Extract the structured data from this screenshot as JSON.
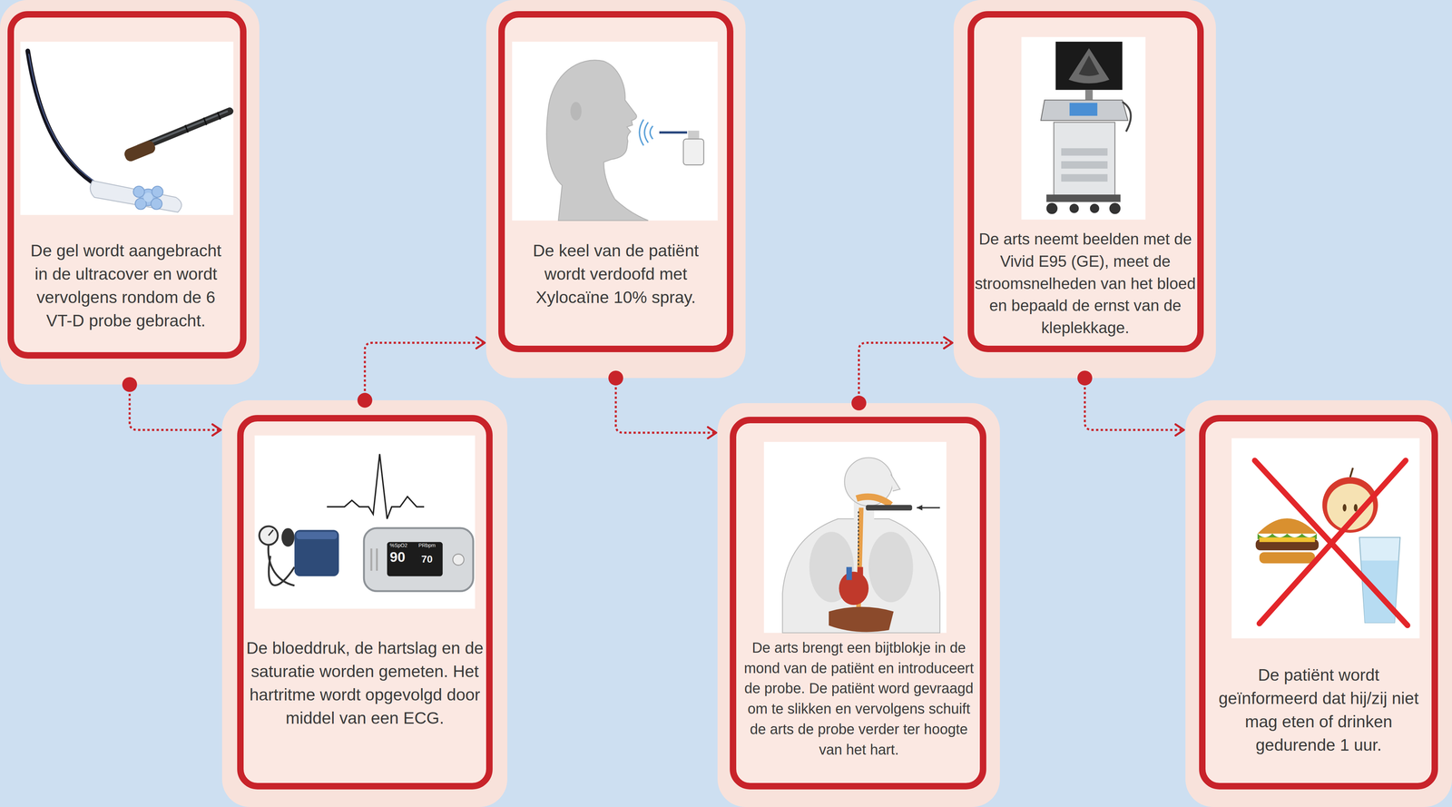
{
  "diagram": {
    "nodes": [
      {
        "text": [
          "De gel wordt aangebracht in de ultracover en wordt vervolgens rondom de 6 VT-D probe gebracht."
        ]
      },
      {
        "text": [
          "De bloeddruk, de hartslag en de saturatie worden gemeten. Het hartritme wordt opgevolgd door middel van een ECG."
        ]
      },
      {
        "text": [
          "De keel van de patiënt wordt verdoofd met Xylocaïne 10% spray."
        ]
      },
      {
        "text": [
          "De arts brengt een bijtblokje in de mond van de patiënt en introduceert de probe. De patiënt word gevraagd om te slikken en vervolgens schuift de arts de probe verder ter hoogte van het hart."
        ]
      },
      {
        "text": [
          "De arts neemt beelden met de Vivid E95 (GE), meet de stroomsnelheden van het bloed en bepaald de ernst van de kleplekkage."
        ]
      },
      {
        "text": [
          "De patiënt wordt geïnformeerd dat hij/zij niet mag eten of drinken gedurende 1 uur."
        ]
      }
    ],
    "edges": [
      {
        "from": 0,
        "to": 1,
        "arrow": "to"
      },
      {
        "from": 1,
        "to": 2,
        "arrow": "to"
      },
      {
        "from": 2,
        "to": 3,
        "arrow": "to"
      },
      {
        "from": 3,
        "to": 4,
        "arrow": "to"
      },
      {
        "from": 4,
        "to": 5,
        "arrow": "to"
      }
    ],
    "labels": [
      "%SpO2",
      "PRbpm",
      "90",
      "70"
    ]
  }
}
